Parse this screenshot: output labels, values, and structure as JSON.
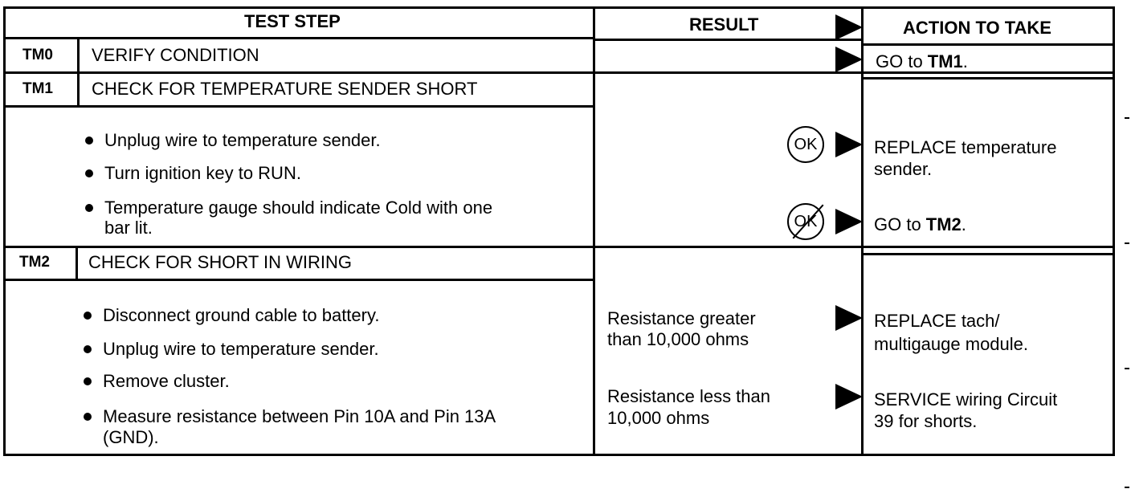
{
  "headers": {
    "test_step": "TEST STEP",
    "result": "RESULT",
    "action": "ACTION TO TAKE"
  },
  "steps": [
    {
      "code": "TM0",
      "title": "VERIFY CONDITION",
      "action_prefix": "GO to ",
      "action_bold": "TM1",
      "action_suffix": "."
    },
    {
      "code": "TM1",
      "title": "CHECK FOR TEMPERATURE SENDER SHORT",
      "bullets": [
        "Unplug wire to temperature sender.",
        "Turn ignition key to RUN.",
        "Temperature gauge should indicate Cold with one",
        "bar lit."
      ],
      "results": [
        {
          "symbol": "OK",
          "action_line1": "REPLACE temperature",
          "action_line2": "sender."
        },
        {
          "symbol": "OK",
          "action_prefix": "GO to ",
          "action_bold": "TM2",
          "action_suffix": "."
        }
      ]
    },
    {
      "code": "TM2",
      "title": "CHECK FOR SHORT IN WIRING",
      "bullets": [
        "Disconnect ground cable to battery.",
        "Unplug wire to temperature sender.",
        "Remove cluster.",
        "Measure resistance between Pin 10A and Pin 13A",
        "(GND)."
      ],
      "results": [
        {
          "line1": "Resistance greater",
          "line2": "than 10,000 ohms",
          "action_line1": "REPLACE tach/",
          "action_line2": "multigauge module."
        },
        {
          "line1": "Resistance less than",
          "line2": "10,000 ohms",
          "action_line1": "SERVICE wiring Circuit",
          "action_line2": "39 for shorts."
        }
      ]
    }
  ]
}
